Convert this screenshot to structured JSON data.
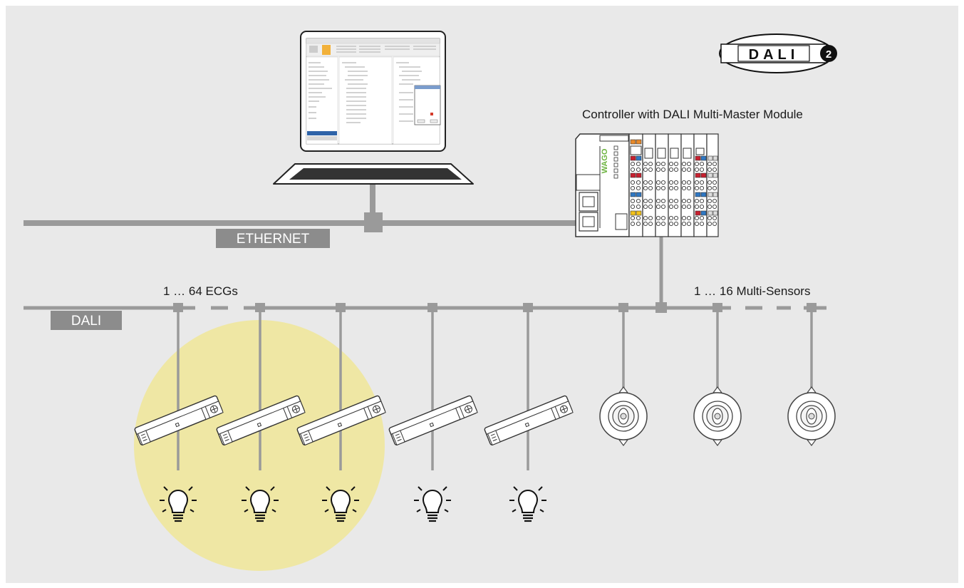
{
  "logo": {
    "text": "DALI",
    "version": "2"
  },
  "controller_label": "Controller with DALI Multi-Master Module",
  "ethernet_label": "ETHERNET",
  "dali_label": "DALI",
  "ecg_label": "1 … 64 ECGs",
  "sensor_label": "1 … 16 Multi-Sensors",
  "controller_brand": "WAGO",
  "colors": {
    "background": "#e9e9e9",
    "bus_line": "#9a9a9a",
    "tag_fill": "#8c8c8c",
    "highlight": "#efe7a4",
    "terminal_orange": "#e88a2a",
    "terminal_red": "#c8202f",
    "terminal_blue": "#2f78c4",
    "terminal_yellow": "#f2c21b",
    "wago_green": "#6cb33f"
  },
  "icons": [
    "laptop-icon",
    "dali-ecg-icon",
    "light-bulb-icon",
    "multi-sensor-icon",
    "controller-icon",
    "dali2-logo"
  ]
}
